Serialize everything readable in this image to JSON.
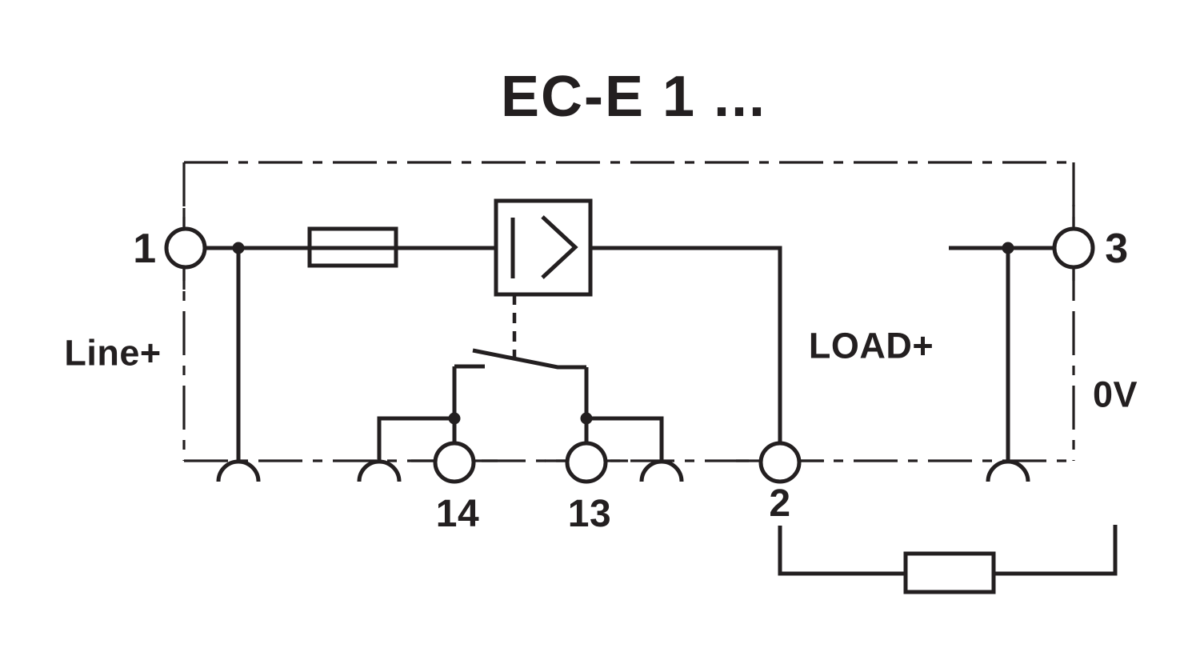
{
  "title": "EC-E 1 ...",
  "colors": {
    "ink": "#231f20",
    "background": "#ffffff"
  },
  "diagram": {
    "device_title": "EC-E 1 ...",
    "net_labels": {
      "line_plus": "Line+",
      "load_plus": "LOAD+",
      "zero_volt": "0V"
    },
    "terminal_labels": {
      "t1": "1",
      "t2": "2",
      "t3": "3",
      "t13": "13",
      "t14": "14"
    },
    "components": [
      {
        "name": "device-boundary",
        "kind": "dash-dot outline"
      },
      {
        "name": "fuse-symbol",
        "kind": "rectangle with through line"
      },
      {
        "name": "electronic-driver-symbol",
        "kind": "box with bar and chevron"
      },
      {
        "name": "control-contact-symbol",
        "kind": "switch blade with dashed actuation link"
      },
      {
        "name": "plug-socket-symbol",
        "kind": "semicircle arc",
        "count": 4
      },
      {
        "name": "terminal-circle",
        "kind": "circle",
        "count": 5
      },
      {
        "name": "load-resistor-symbol",
        "kind": "rectangle"
      }
    ]
  }
}
